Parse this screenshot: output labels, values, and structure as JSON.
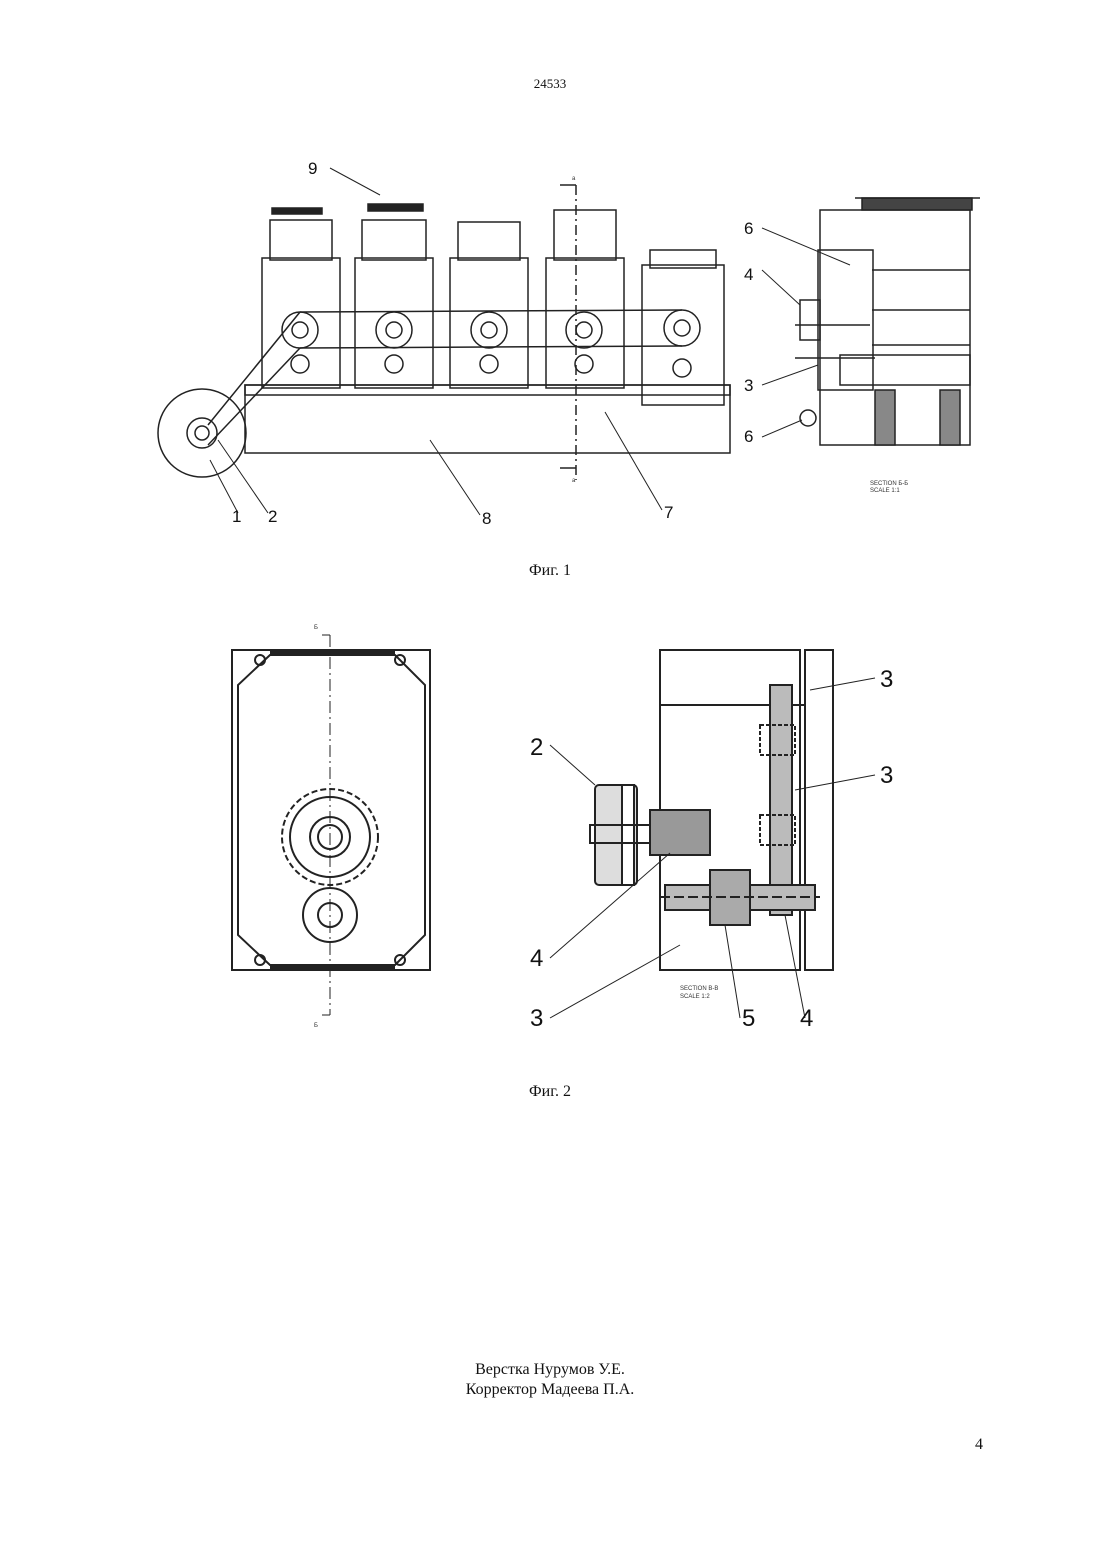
{
  "doc_number": "24533",
  "figure1": {
    "caption": "Фиг. 1",
    "labels": [
      "9",
      "6",
      "4",
      "3",
      "6",
      "1",
      "2",
      "8",
      "7"
    ],
    "section_marks": [
      "а",
      "а"
    ],
    "section_note": [
      "SECTION Б-Б",
      "SCALE 1:1"
    ]
  },
  "figure2": {
    "caption": "Фиг. 2",
    "labels": [
      "3",
      "3",
      "2",
      "4",
      "3",
      "5",
      "4"
    ],
    "section_marks": [
      "Б",
      "Б"
    ],
    "section_note": [
      "SECTION В-В",
      "SCALE 1:2"
    ]
  },
  "credits": {
    "layout": "Верстка Нурумов У.Е.",
    "proofreader": "Корректор Мадеева П.А."
  },
  "page_number": "4"
}
